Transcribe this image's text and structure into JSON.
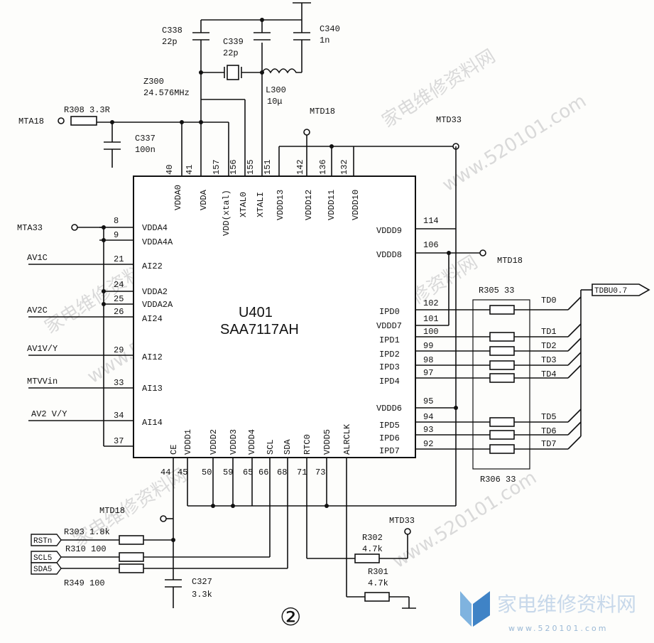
{
  "chip": {
    "ref": "U401",
    "part": "SAA7117AH"
  },
  "left_pins": [
    {
      "num": "8",
      "name": "VDDA4"
    },
    {
      "num": "9",
      "name": "VDDA4A"
    },
    {
      "num": "21",
      "name": "AI22"
    },
    {
      "num": "24",
      "name": "VDDA2"
    },
    {
      "num": "25",
      "name": "VDDA2A"
    },
    {
      "num": "26",
      "name": "AI24"
    },
    {
      "num": "29",
      "name": "AI12"
    },
    {
      "num": "33",
      "name": "AI13"
    },
    {
      "num": "34",
      "name": "AI14"
    },
    {
      "num": "37",
      "name": ""
    }
  ],
  "top_pins": [
    {
      "num": "40",
      "name": "VDDA0"
    },
    {
      "num": "41",
      "name": "VDDA"
    },
    {
      "num": "157",
      "name": "VDD(xtal)"
    },
    {
      "num": "156",
      "name": "XTAL0"
    },
    {
      "num": "155",
      "name": "XTALI"
    },
    {
      "num": "151",
      "name": "VDDD13"
    },
    {
      "num": "142",
      "name": "VDDD12"
    },
    {
      "num": "136",
      "name": "VDDD11"
    },
    {
      "num": "132",
      "name": "VDDD10"
    }
  ],
  "right_pins": [
    {
      "num": "114",
      "name": "VDDD9"
    },
    {
      "num": "106",
      "name": "VDDD8"
    },
    {
      "num": "102",
      "name": "IPD0"
    },
    {
      "num": "101",
      "name": "VDDD7"
    },
    {
      "num": "100",
      "name": "IPD1"
    },
    {
      "num": "99",
      "name": "IPD2"
    },
    {
      "num": "98",
      "name": "IPD3"
    },
    {
      "num": "97",
      "name": "IPD4"
    },
    {
      "num": "95",
      "name": "VDDD6"
    },
    {
      "num": "94",
      "name": "IPD5"
    },
    {
      "num": "93",
      "name": "IPD6"
    },
    {
      "num": "92",
      "name": "IPD7"
    }
  ],
  "bottom_pins": [
    {
      "num": "44",
      "name": "CE"
    },
    {
      "num": "45",
      "name": "VDDD1"
    },
    {
      "num": "50",
      "name": "VDDD2"
    },
    {
      "num": "59",
      "name": "VDDD3"
    },
    {
      "num": "65",
      "name": "VDDD4"
    },
    {
      "num": "66",
      "name": "SCL"
    },
    {
      "num": "68",
      "name": "SDA"
    },
    {
      "num": "71",
      "name": "RTC0"
    },
    {
      "num": "73",
      "name": "VDDD5"
    },
    {
      "num": "",
      "name": "ALRCLK"
    }
  ],
  "inputs": {
    "mta18": "MTA18",
    "mta33": "MTA33",
    "av1c": "AV1C",
    "av2c": "AV2C",
    "av1vy": "AV1V/Y",
    "mtvvin": "MTVVin",
    "av2vy": "AV2 V/Y"
  },
  "rails": {
    "mtd18_top": "MTD18",
    "mtd33_top": "MTD33",
    "mtd18_right": "MTD18",
    "mtd18_bottom": "MTD18",
    "mtd33_bottom": "MTD33"
  },
  "components": {
    "c338": "C338",
    "c338_val": "22p",
    "c339": "C339",
    "c339_val": "22p",
    "c340": "C340",
    "c340_val": "1n",
    "z300": "Z300",
    "z300_val": "24.576MHz",
    "l300": "L300",
    "l300_val": "10μ",
    "r308": "R308 3.3R",
    "c337": "C337",
    "c337_val": "100n",
    "r305": "R305 33",
    "r306": "R306 33",
    "r303": "R303 1.8k",
    "r310": "R310 100",
    "r349": "R349 100",
    "c327": "C327",
    "c327_val": "3.3k",
    "r302": "R302",
    "r302_val": "4.7k",
    "r301": "R301",
    "r301_val": "4.7k"
  },
  "outputs": {
    "bus": "TDBU0.7",
    "td": [
      "TD0",
      "TD1",
      "TD2",
      "TD3",
      "TD4",
      "TD5",
      "TD6",
      "TD7"
    ]
  },
  "signals": {
    "rstn": "RSTn",
    "scl5": "SCL5",
    "sda5": "SDA5"
  },
  "figure_number": "②",
  "watermarks": [
    "家电维修资料网",
    "www.520101.com"
  ],
  "logo": {
    "text": "家电维修资料网",
    "url": "www.520101.com"
  }
}
